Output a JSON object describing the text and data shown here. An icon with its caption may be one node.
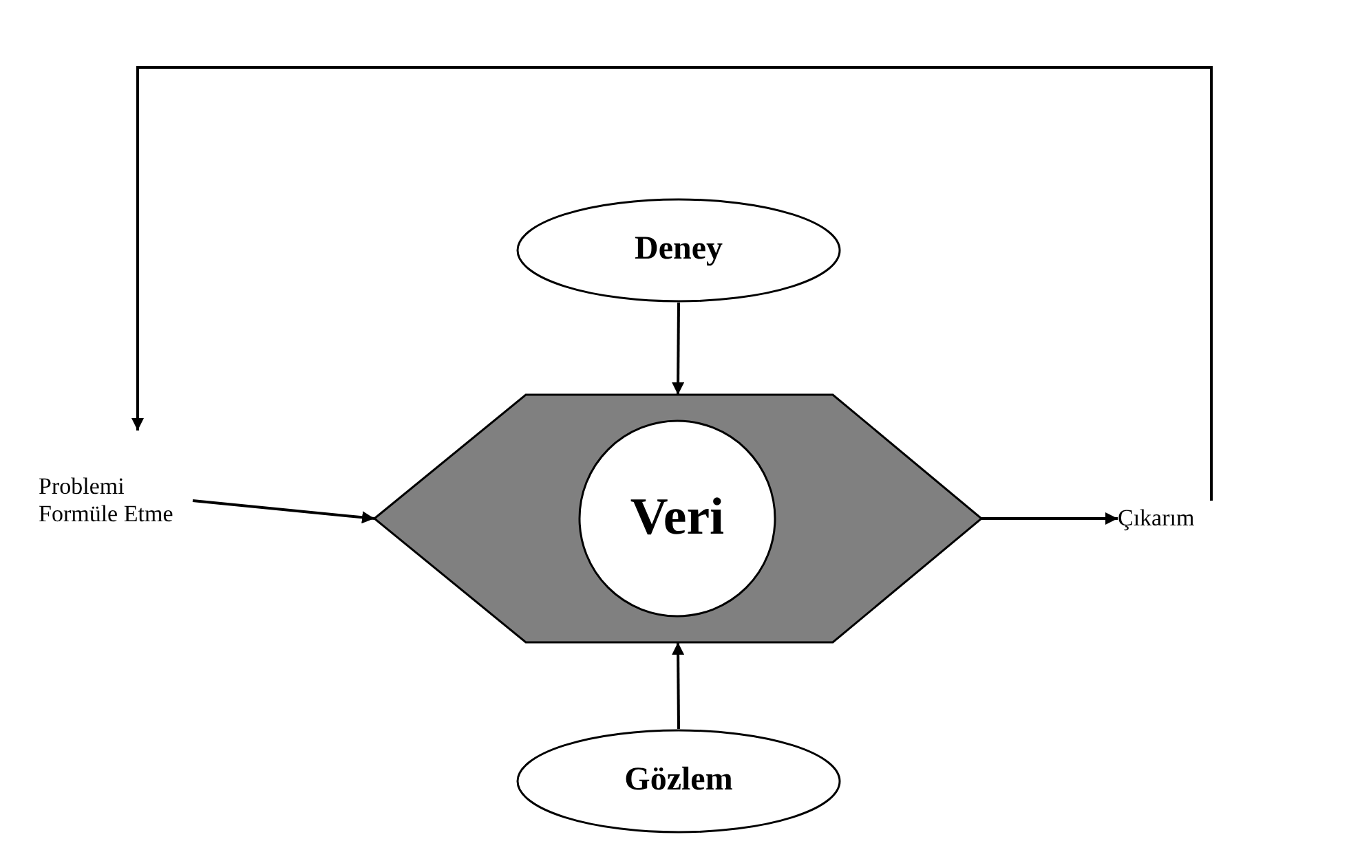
{
  "diagram": {
    "nodes": [
      {
        "text": [
          "Deney"
        ]
      },
      {
        "text": [
          "Problemi Formüle Etme"
        ]
      },
      {
        "text": [],
        "shape": "hexagon"
      },
      {
        "text": [
          "Veri"
        ],
        "in": 2
      },
      {
        "text": [
          "Çıkarım"
        ]
      },
      {
        "text": [
          "Gözlem"
        ]
      }
    ],
    "edges": [
      {
        "from": 0,
        "to": 2,
        "arrow": "to"
      },
      {
        "from": 5,
        "to": 2,
        "arrow": "to"
      },
      {
        "from": 1,
        "to": 2,
        "arrow": "to"
      },
      {
        "from": 2,
        "to": 4,
        "arrow": "to"
      },
      {
        "from": 4,
        "to": 1,
        "arrow": "to"
      }
    ]
  }
}
